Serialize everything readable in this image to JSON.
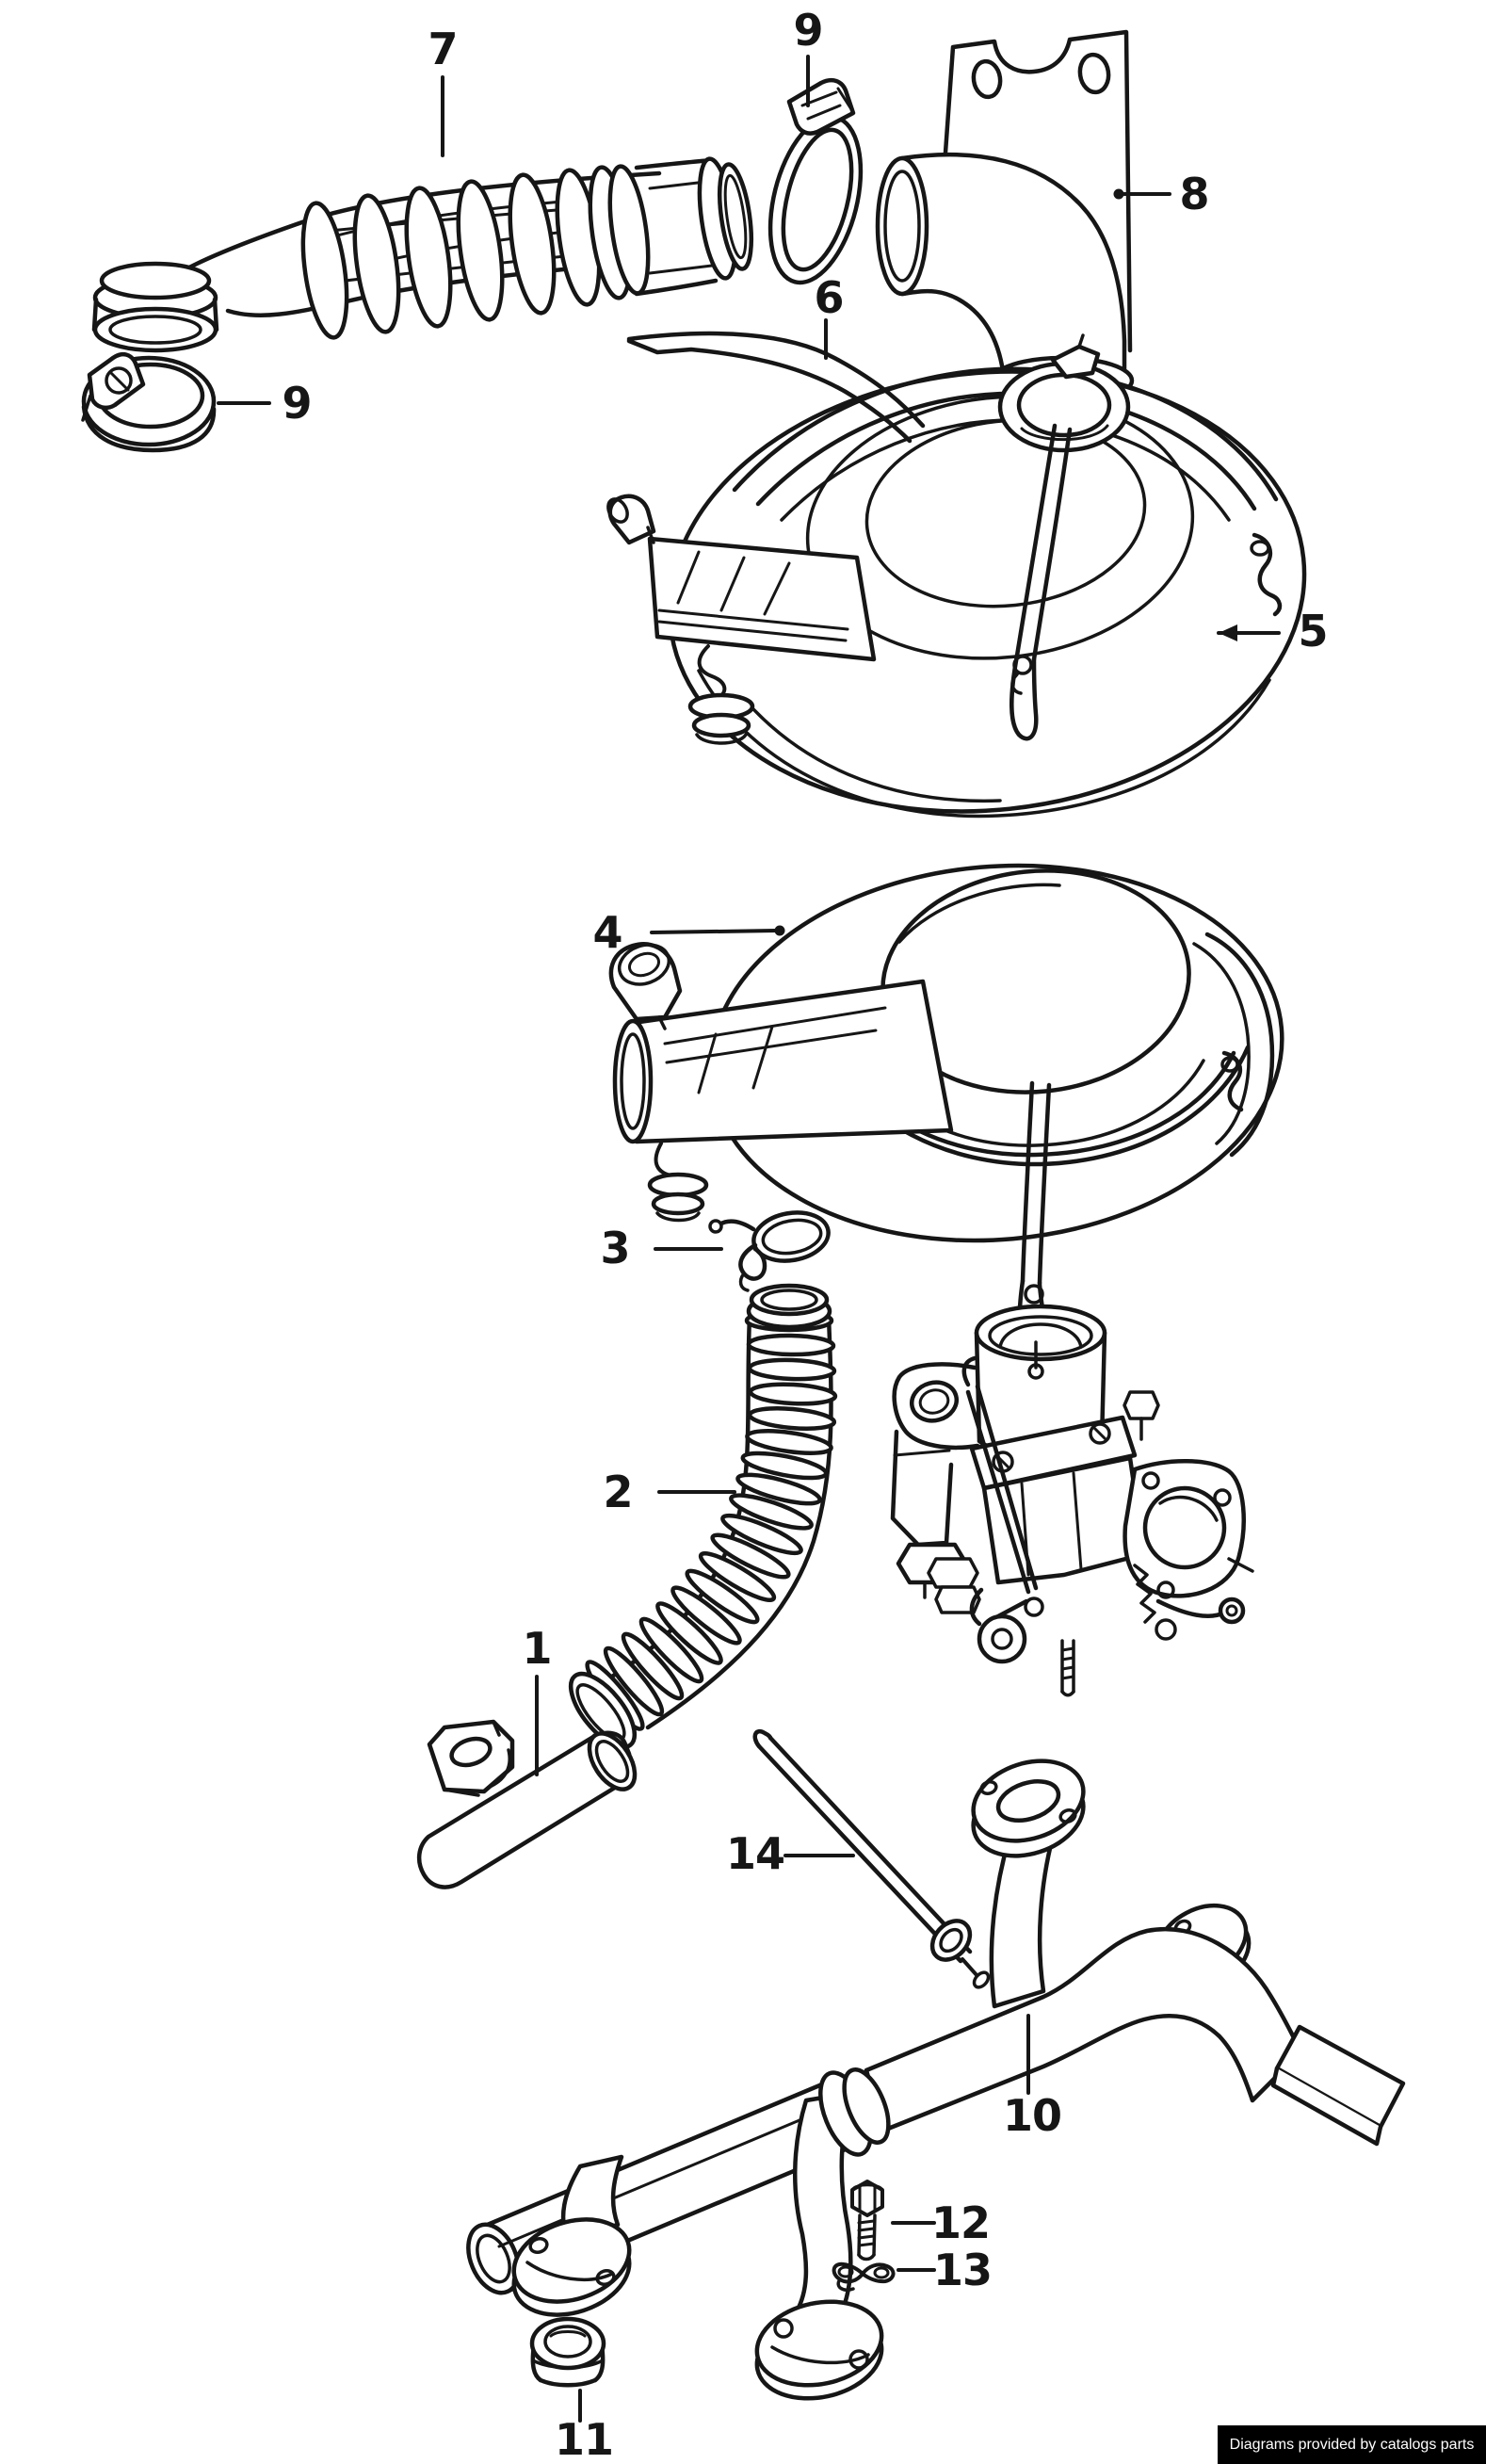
{
  "diagram": {
    "callouts": [
      {
        "key": "7",
        "label": "7"
      },
      {
        "key": "9-top",
        "label": "9"
      },
      {
        "key": "8",
        "label": "8"
      },
      {
        "key": "9-left",
        "label": "9"
      },
      {
        "key": "6",
        "label": "6"
      },
      {
        "key": "5",
        "label": "5"
      },
      {
        "key": "4",
        "label": "4"
      },
      {
        "key": "3",
        "label": "3"
      },
      {
        "key": "2",
        "label": "2"
      },
      {
        "key": "1",
        "label": "1"
      },
      {
        "key": "14",
        "label": "14"
      },
      {
        "key": "10",
        "label": "10"
      },
      {
        "key": "12",
        "label": "12"
      },
      {
        "key": "13",
        "label": "13"
      },
      {
        "key": "11",
        "label": "11"
      }
    ],
    "colors": {
      "line": "#161616",
      "background": "#ffffff"
    },
    "footer": {
      "text": "Diagrams provided by catalogs parts",
      "background": "#000000",
      "text_color": "#ffffff"
    }
  }
}
